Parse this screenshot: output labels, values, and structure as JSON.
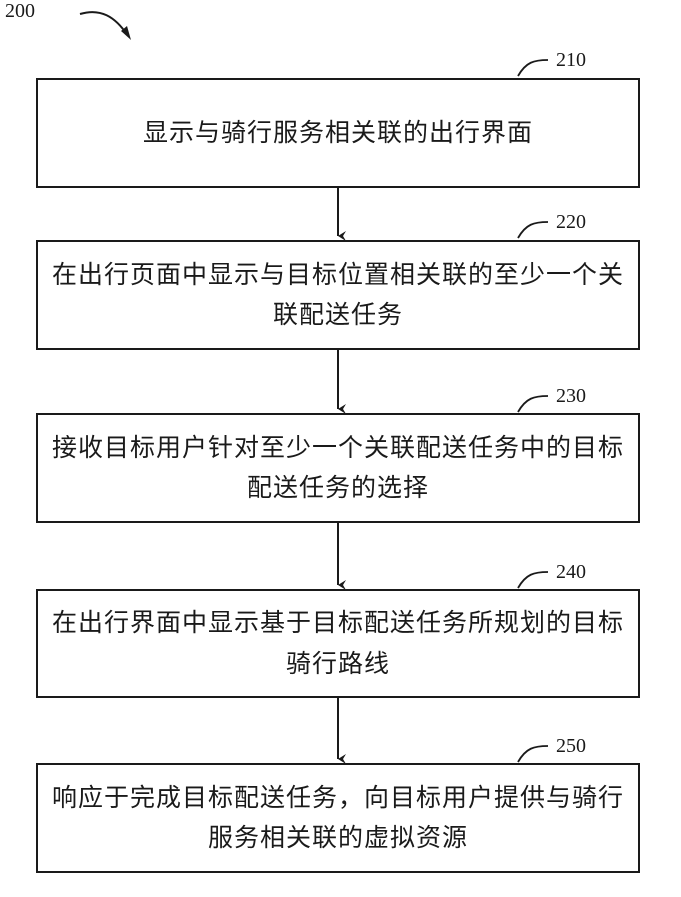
{
  "figure_label": "200",
  "steps": [
    {
      "ref": "210",
      "text": "显示与骑行服务相关联的出行界面"
    },
    {
      "ref": "220",
      "text": "在出行页面中显示与目标位置相关联的至少一个关联配送任务"
    },
    {
      "ref": "230",
      "text": "接收目标用户针对至少一个关联配送任务中的目标配送任务的选择"
    },
    {
      "ref": "240",
      "text": "在出行界面中显示基于目标配送任务所规划的目标骑行路线"
    },
    {
      "ref": "250",
      "text": "响应于完成目标配送任务，向目标用户提供与骑行服务相关联的虚拟资源"
    }
  ]
}
